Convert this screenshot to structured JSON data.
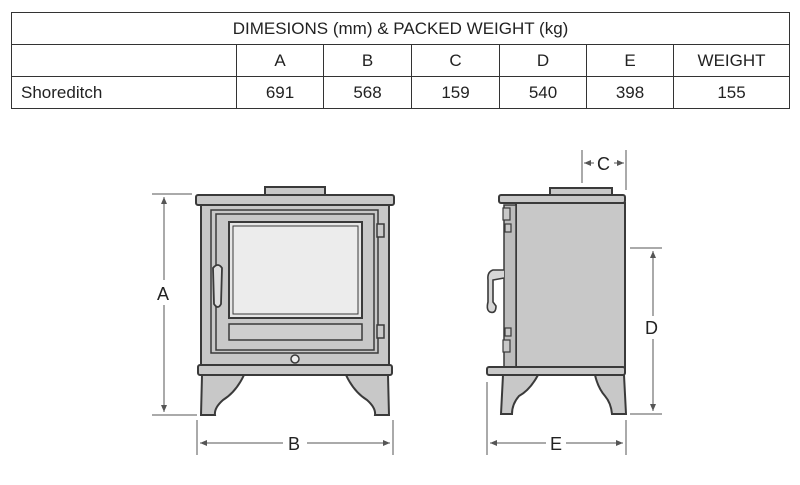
{
  "table": {
    "title": "DIMESIONS (mm) & PACKED WEIGHT (kg)",
    "columns": [
      "",
      "A",
      "B",
      "C",
      "D",
      "E",
      "WEIGHT"
    ],
    "rows": [
      {
        "model": "Shoreditch",
        "A": "691",
        "B": "568",
        "C": "159",
        "D": "540",
        "E": "398",
        "WEIGHT": "155"
      }
    ]
  },
  "diagrams": {
    "front_view": {
      "height_label": "A",
      "width_label": "B"
    },
    "side_view": {
      "flue_offset_label": "C",
      "flue_height_label": "D",
      "depth_label": "E"
    }
  },
  "colors": {
    "stove_fill": "#c8c8c8",
    "glass_fill": "#e6e6e6",
    "outline": "#3a3a3a",
    "dimension_line": "#555555"
  }
}
